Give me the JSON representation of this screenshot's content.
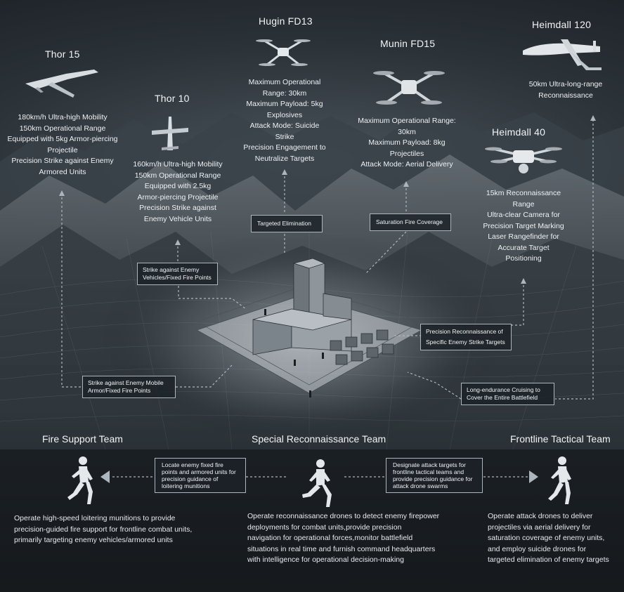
{
  "drones": {
    "thor15": {
      "name": "Thor 15",
      "desc": [
        "180km/h Ultra-high Mobility",
        "150km Operational Range",
        "Equipped with 5kg Armor-piercing",
        "Projectile",
        "Precision Strike against Enemy",
        "Armored Units"
      ]
    },
    "thor10": {
      "name": "Thor 10",
      "desc": [
        "160km/h Ultra-high Mobility",
        "150km Operational Range",
        "Equipped with 2.5kg",
        "Armor-piercing Projectile",
        "Precision Strike against",
        "Enemy Vehicle Units"
      ]
    },
    "hugin": {
      "name": "Hugin FD13",
      "desc": [
        "Maximum Operational",
        "Range: 30km",
        "Maximum Payload: 5kg",
        "Explosives",
        "Attack Mode: Suicide",
        "Strike",
        "Precision Engagement to",
        "Neutralize Targets"
      ]
    },
    "munin": {
      "name": "Munin FD15",
      "desc": [
        "Maximum Operational Range:",
        "30km",
        "Maximum Payload: 8kg",
        "Projectiles",
        "Attack Mode: Aerial Delivery"
      ]
    },
    "heimdall120": {
      "name": "Heimdall 120",
      "desc": [
        "50km Ultra-long-range",
        "Reconnaissance"
      ]
    },
    "heimdall40": {
      "name": "Heimdall 40",
      "desc": [
        "15km Reconnaissance",
        "Range",
        "Ultra-clear Camera for",
        "Precision Target Marking",
        "Laser Rangefinder for",
        "Accurate Target",
        "Positioning"
      ]
    }
  },
  "tags": {
    "strike_vehicles": [
      "Strike against Enemy",
      "Vehicles/Fixed Fire Points"
    ],
    "targeted_elim": [
      "Targeted Elimination"
    ],
    "saturation": [
      "Saturation Fire Coverage"
    ],
    "precision_recon": [
      "Precision Reconnaissance of",
      "Specific Enemy Strike Targets"
    ],
    "strike_mobile": [
      "Strike against Enemy Mobile",
      "Armor/Fixed Fire Points"
    ],
    "long_endurance": [
      "Long-endurance Cruising to",
      "Cover the Entire Battlefield"
    ],
    "locate_enemy": [
      "Locate enemy fixed fire",
      "points and armored units for",
      "precision guidance of",
      "loitering munitions"
    ],
    "designate": [
      "Designate attack targets for",
      "frontline tactical teams and",
      "provide precision guidance for",
      "attack drone swarms"
    ]
  },
  "teams": {
    "fire_support": {
      "name": "Fire Support Team",
      "desc": [
        "Operate high-speed loitering munitions to provide",
        "precision-guided fire support for frontline combat units,",
        "primarily targeting enemy vehicles/armored units"
      ]
    },
    "special_recon": {
      "name": "Special Reconnaissance Team",
      "desc": [
        "Operate reconnaissance drones to detect enemy firepower",
        "deployments for combat units,provide precision",
        "navigation for operational forces,monitor battlefield",
        "situations in real time and furnish command headquarters",
        "with intelligence for operational decision-making"
      ]
    },
    "frontline": {
      "name": "Frontline Tactical Team",
      "desc": [
        "Operate attack drones to deliver",
        "projectiles via aerial delivery for",
        "saturation coverage of enemy units,",
        "and employ suicide drones for",
        "targeted elimination of enemy targets"
      ]
    }
  },
  "icons": [
    "fixed-wing-drone-icon",
    "quadcopter-drone-icon",
    "vtol-drone-icon",
    "runner-icon",
    "arrow-left-icon",
    "arrow-right-icon",
    "arrow-up-icon"
  ],
  "colors": {
    "background": "#1b2126",
    "line": "#aeb6bd",
    "text": "#eef1f3"
  }
}
